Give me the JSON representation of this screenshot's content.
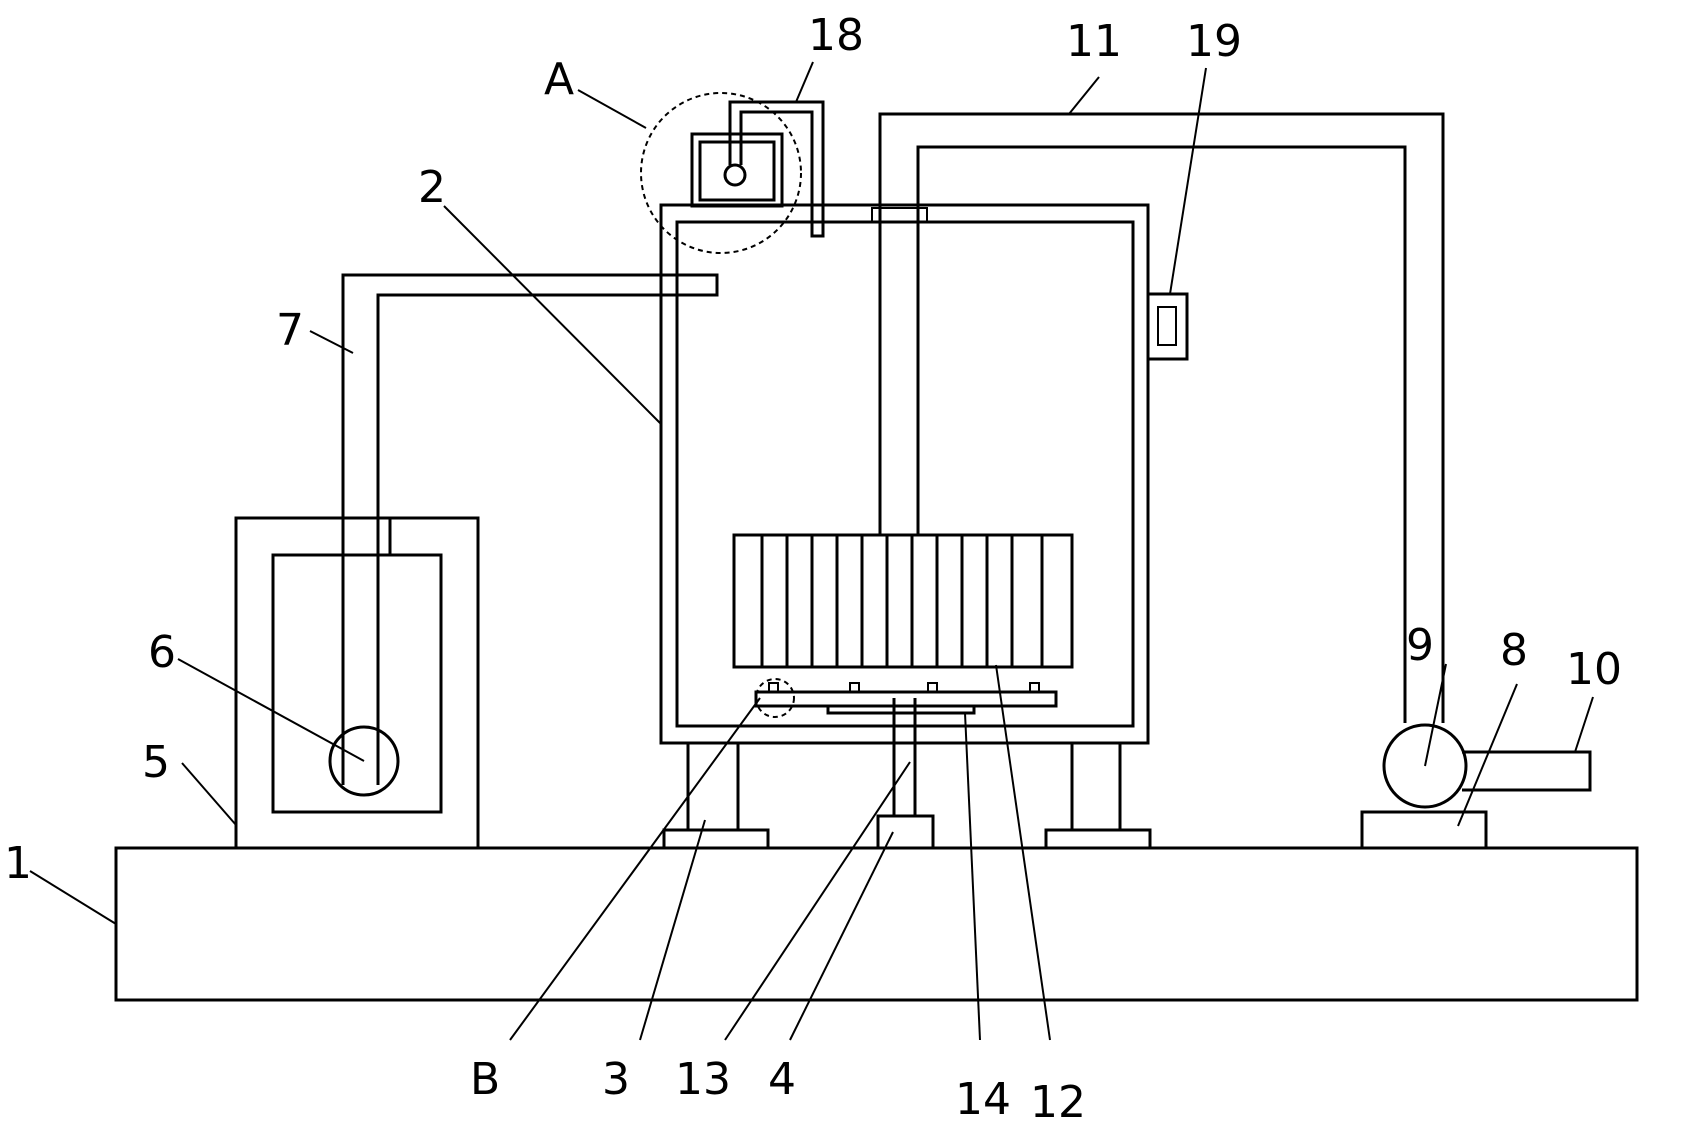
{
  "labels": {
    "l1": "1",
    "l2": "2",
    "l3": "3",
    "l4": "4",
    "l5": "5",
    "l6": "6",
    "l7": "7",
    "l8": "8",
    "l9": "9",
    "l10": "10",
    "l11": "11",
    "l12": "12",
    "l13": "13",
    "l14": "14",
    "l18": "18",
    "l19": "19",
    "lA": "A",
    "lB": "B"
  }
}
